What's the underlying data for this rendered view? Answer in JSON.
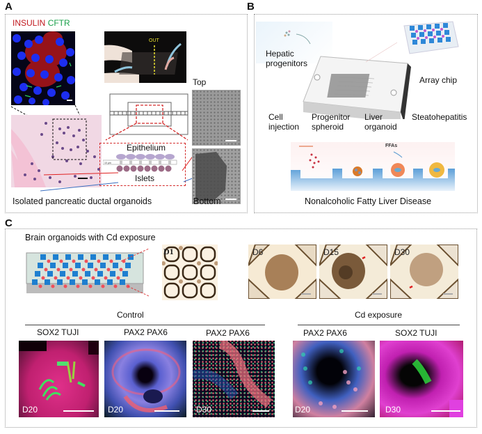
{
  "panels": {
    "A": {
      "letter": "A",
      "stain_label_insulin": "INSULIN",
      "stain_label_cftr": "CFTR",
      "chip_photo_label": "OUT",
      "top_label": "Top",
      "bottom_label": "Bottom",
      "epithelium_label": "Epithelium",
      "islets_label": "Islets",
      "spacing_label": "10 μm",
      "caption": "Isolated pancreatic ductal organoids"
    },
    "B": {
      "letter": "B",
      "hepatic_label": "Hepatic progenitors",
      "array_chip_label": "Array chip",
      "stages": [
        "Cell injection",
        "Progenitor spheroid",
        "Liver organoid",
        "Steatohepatitis"
      ],
      "ffas_label": "FFAs",
      "caption": "Nonalcoholic Fatty Liver Disease"
    },
    "C": {
      "letter": "C",
      "title": "Brain organoids with Cd exposure",
      "brightfield_days": [
        "D1",
        "D6",
        "D15",
        "D30"
      ],
      "control_label": "Control",
      "cd_label": "Cd exposure",
      "stains": [
        {
          "title": "SOX2 TUJI",
          "day": "D20"
        },
        {
          "title": "PAX2 PAX6",
          "day": "D20"
        },
        {
          "title": "PAX2 PAX6",
          "day": "D30"
        },
        {
          "title": "PAX2 PAX6",
          "day": "D20"
        },
        {
          "title": "SOX2 TUJI",
          "day": "D30"
        }
      ]
    }
  },
  "colors": {
    "insulin": "#c0181e",
    "cftr": "#1aa04a",
    "red_line": "#e02020",
    "blue_line": "#3a6fc0",
    "dash_red": "#d42a2a"
  }
}
